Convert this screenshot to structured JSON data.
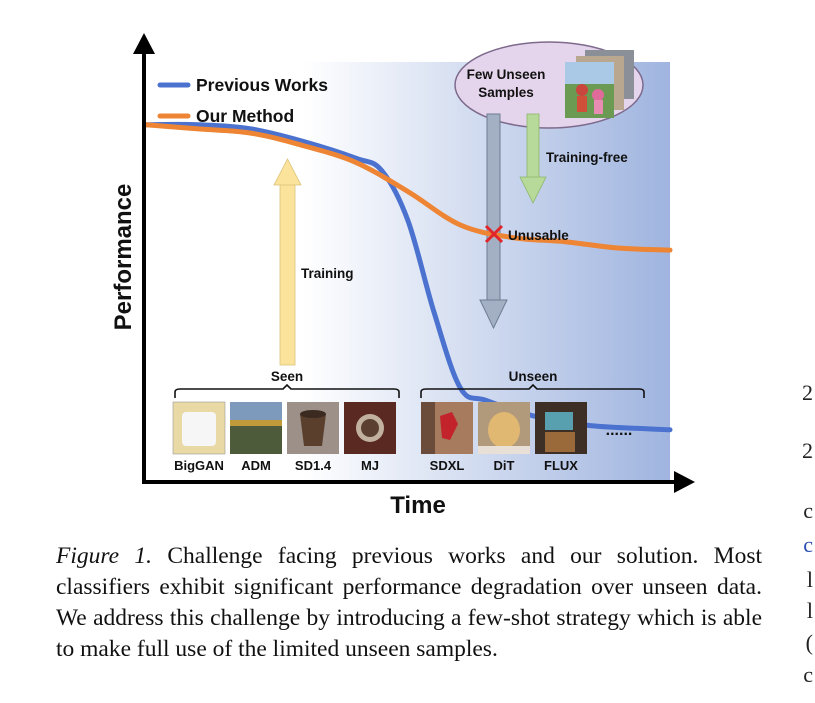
{
  "chart_data": {
    "type": "line",
    "xlabel": "Time",
    "ylabel": "Performance",
    "grid": false,
    "legend_position": "top-left",
    "series": [
      {
        "name": "Previous Works",
        "color": "#4C72D0",
        "values": [
          [
            0,
            0.85
          ],
          [
            0.1,
            0.85
          ],
          [
            0.2,
            0.84
          ],
          [
            0.3,
            0.81
          ],
          [
            0.4,
            0.77
          ],
          [
            0.45,
            0.74
          ],
          [
            0.5,
            0.62
          ],
          [
            0.55,
            0.4
          ],
          [
            0.6,
            0.22
          ],
          [
            0.65,
            0.19
          ],
          [
            0.75,
            0.15
          ],
          [
            0.85,
            0.13
          ],
          [
            1.0,
            0.12
          ]
        ]
      },
      {
        "name": "Our Method",
        "color": "#ED8535",
        "values": [
          [
            0,
            0.85
          ],
          [
            0.1,
            0.84
          ],
          [
            0.2,
            0.83
          ],
          [
            0.3,
            0.8
          ],
          [
            0.4,
            0.76
          ],
          [
            0.5,
            0.69
          ],
          [
            0.6,
            0.61
          ],
          [
            0.7,
            0.58
          ],
          [
            0.8,
            0.57
          ],
          [
            0.9,
            0.555
          ],
          [
            1.0,
            0.55
          ]
        ]
      }
    ],
    "annotations": {
      "training": "Training",
      "training_free": "Training-free",
      "unusable": "Unusable",
      "few_unseen_samples": "Few Unseen Samples",
      "seen_group": "Seen",
      "unseen_group": "Unseen",
      "ellipsis": "......"
    },
    "seen_generators": [
      "BigGAN",
      "ADM",
      "SD1.4",
      "MJ"
    ],
    "unseen_generators": [
      "SDXL",
      "DiT",
      "FLUX"
    ]
  },
  "caption": {
    "label": "Figure 1.",
    "text": " Challenge facing previous works and our solution. Most classifiers exhibit significant performance degradation over unseen data. We address this challenge by introducing a few-shot strategy which is able to make full use of the limited unseen samples."
  },
  "colors": {
    "axis": "#000000",
    "background_gradient": [
      "#ffffff",
      "#9fb4df"
    ],
    "training_arrow": "#FBE39B",
    "training_free_arrow": "#B7D99A",
    "down_arrow": "#A3B0C4",
    "bubble": "#E5D5EC",
    "cross": "#E0262A"
  },
  "right_edge_glyphs": [
    "2",
    "2",
    "c",
    "c",
    "l",
    "l",
    "(",
    "c"
  ]
}
